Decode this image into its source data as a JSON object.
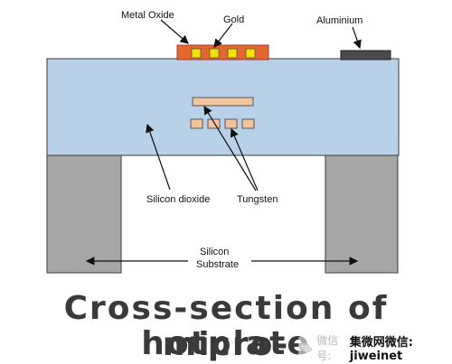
{
  "labels": {
    "metal_oxide": "Metal Oxide",
    "gold": "Gold",
    "aluminium": "Aluminium",
    "silicon_dioxide": "Silicon dioxide",
    "tungsten": "Tungsten",
    "silicon": "Silicon",
    "substrate": "Substrate"
  },
  "title": {
    "line1": "Cross-section of micro-",
    "line2": "hotplate"
  },
  "watermark": {
    "faded": "微信号:",
    "main": "集微网微信: jiweinet"
  },
  "colors": {
    "oxide_layer": "#b9d1e8",
    "substrate": "#a6a6a6",
    "metal_oxide": "#e2682f",
    "gold": "#f2e200",
    "tungsten": "#f2c49e",
    "aluminium": "#4a4a4a",
    "title_text": "#3a3a3a"
  }
}
